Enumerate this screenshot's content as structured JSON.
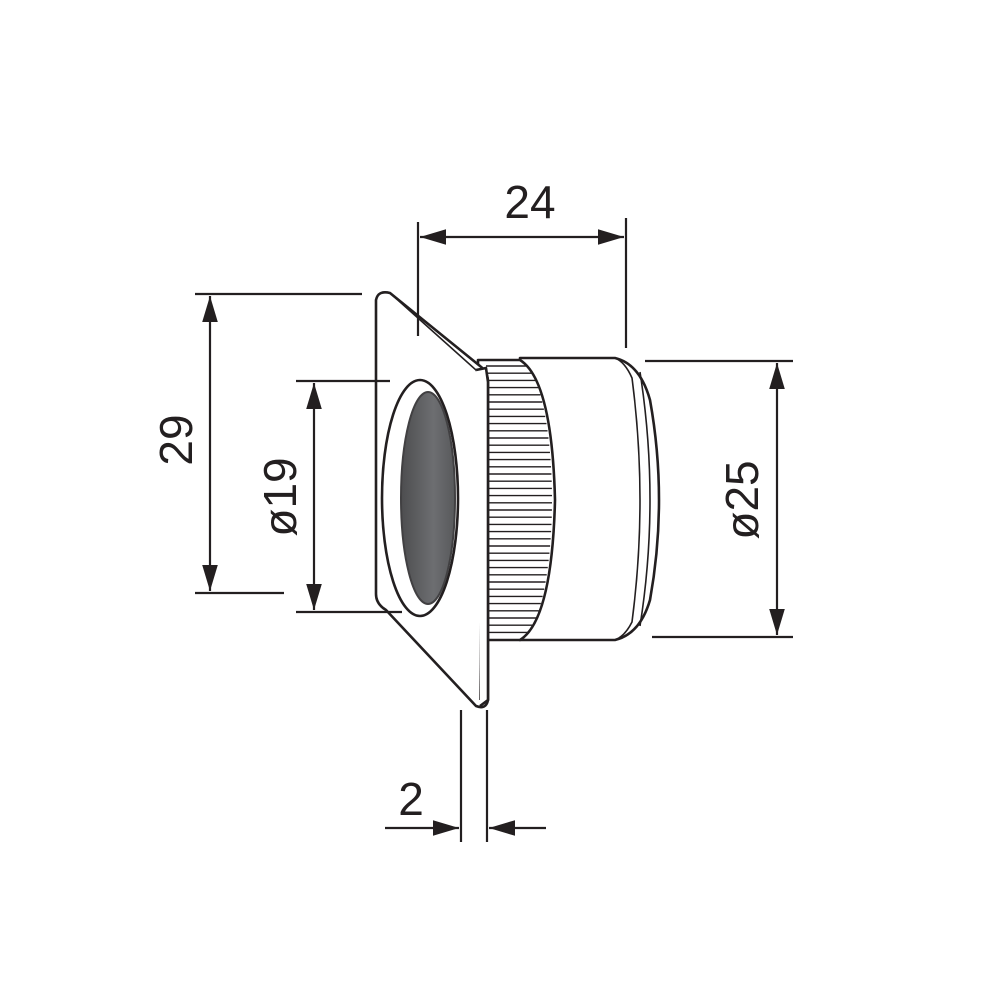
{
  "dimensions": {
    "length": "24",
    "plate_height": "29",
    "inner_diameter": "ø19",
    "outer_diameter": "ø25",
    "plate_thickness": "2"
  },
  "colors": {
    "line": "#231f20",
    "bore": "#6d6e71",
    "bore_edge": "#414042",
    "background": "#ffffff"
  }
}
